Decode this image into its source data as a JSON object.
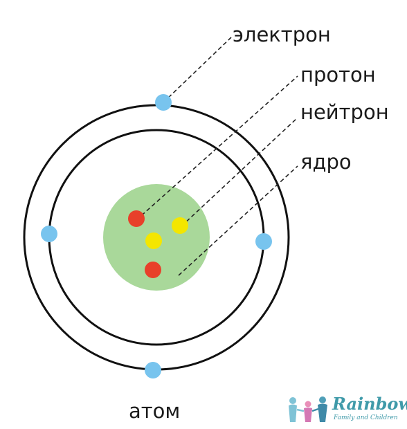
{
  "labels": {
    "electron": "электрон",
    "proton": "протон",
    "neutron": "нейтрон",
    "nucleus": "ядро",
    "atom": "атом"
  },
  "logo": {
    "name": "Rainbow",
    "tagline": "Family and Children"
  },
  "colors": {
    "orbit": "#111111",
    "electron": "#78c4ee",
    "proton": "#e8402a",
    "neutron": "#f4e600",
    "nucleus": "#a9d89a",
    "leader_line": "#222222",
    "logo": "#3f9aa9"
  },
  "structure": {
    "orbits": 2,
    "electrons": 4,
    "protons": 2,
    "neutrons": 2
  }
}
